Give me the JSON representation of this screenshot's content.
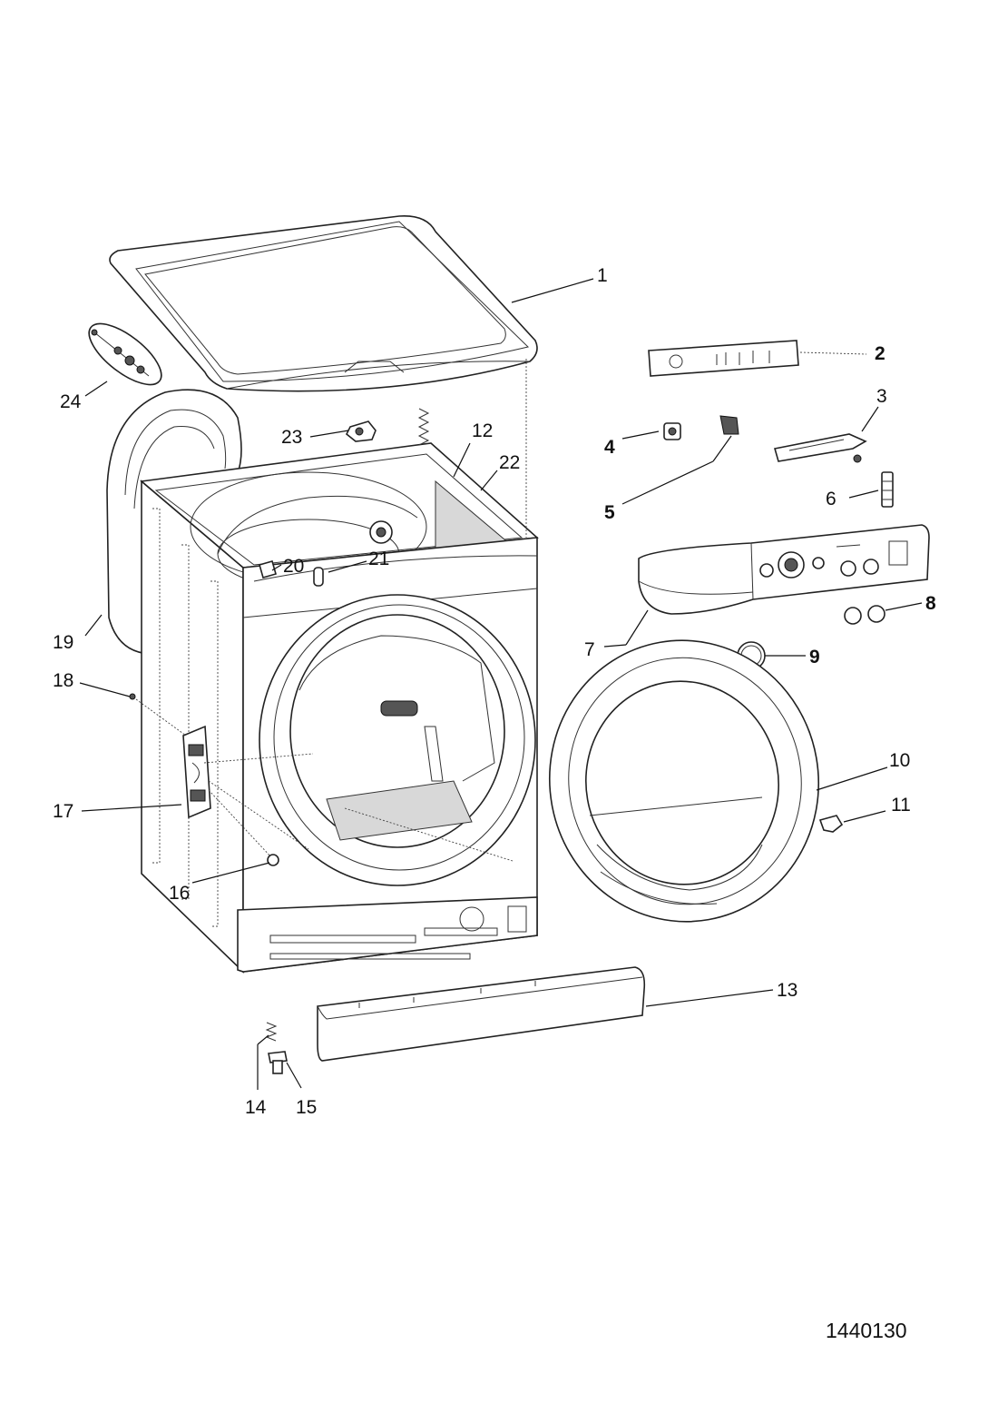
{
  "diagram": {
    "document_code": "1440130",
    "callouts": [
      {
        "id": "c1",
        "label": "1"
      },
      {
        "id": "c2",
        "label": "2",
        "bold": true
      },
      {
        "id": "c3",
        "label": "3"
      },
      {
        "id": "c4",
        "label": "4",
        "bold": true
      },
      {
        "id": "c5",
        "label": "5",
        "bold": true
      },
      {
        "id": "c6",
        "label": "6"
      },
      {
        "id": "c7",
        "label": "7"
      },
      {
        "id": "c8",
        "label": "8",
        "bold": true
      },
      {
        "id": "c9",
        "label": "9",
        "bold": true
      },
      {
        "id": "c10",
        "label": "10"
      },
      {
        "id": "c11",
        "label": "11"
      },
      {
        "id": "c12",
        "label": "12"
      },
      {
        "id": "c13",
        "label": "13"
      },
      {
        "id": "c14",
        "label": "14"
      },
      {
        "id": "c15",
        "label": "15"
      },
      {
        "id": "c16",
        "label": "16"
      },
      {
        "id": "c17",
        "label": "17"
      },
      {
        "id": "c18",
        "label": "18"
      },
      {
        "id": "c19",
        "label": "19"
      },
      {
        "id": "c20",
        "label": "20"
      },
      {
        "id": "c21",
        "label": "21"
      },
      {
        "id": "c22",
        "label": "22"
      },
      {
        "id": "c23",
        "label": "23"
      },
      {
        "id": "c24",
        "label": "24"
      }
    ]
  }
}
